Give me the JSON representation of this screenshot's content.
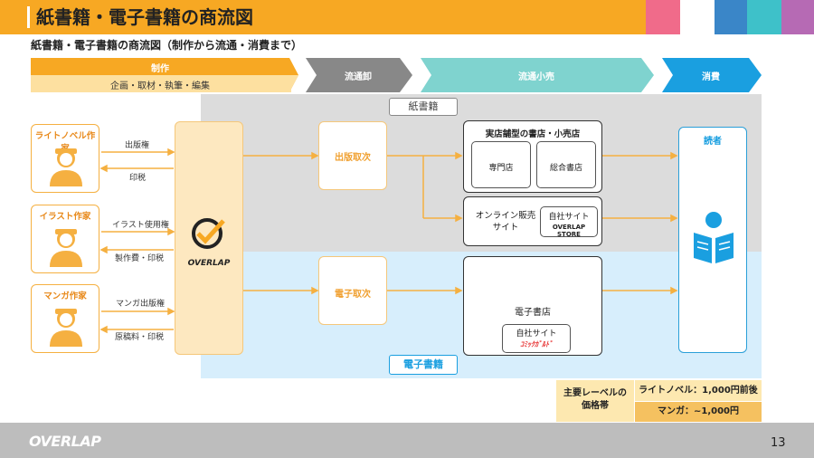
{
  "header": {
    "title": "紙書籍・電子書籍の商流図",
    "accent_colors": [
      "#f06b8a",
      "#3a86c8",
      "#3ec1c9",
      "#b66ab4"
    ]
  },
  "subtitle": "紙書籍・電子書籍の商流図（制作から流通・消費まで）",
  "stages": {
    "production": {
      "label": "制作",
      "sub": "企画・取材・執筆・編集",
      "color": "#f7a823"
    },
    "wholesale": {
      "label": "流通卸",
      "color": "#888888"
    },
    "retail": {
      "label": "流通小売",
      "color": "#7fd3cf"
    },
    "consumption": {
      "label": "消費",
      "color": "#1a9fe0"
    }
  },
  "areas": {
    "paper_tag": "紙書籍",
    "ebook_tag": "電子書籍"
  },
  "creators": [
    {
      "label": "ライトノベル作家",
      "to_label": "出版権",
      "from_label": "印税"
    },
    {
      "label": "イラスト作家",
      "to_label": "イラスト使用権",
      "from_label": "製作費・印税"
    },
    {
      "label": "マンガ作家",
      "to_label": "マンガ出版権",
      "from_label": "原稿料・印税"
    }
  ],
  "publisher": {
    "logo_text": "OVERLAP"
  },
  "distributors": {
    "paper": "出版取次",
    "ebook": "電子取次"
  },
  "stores": {
    "physical": {
      "title": "実店舗型の書店・小売店",
      "sub1": "専門店",
      "sub2": "総合書店"
    },
    "online": {
      "title": "オンライン販売\nサイト",
      "own_site": "自社サイト",
      "own_site_brand": "OVERLAP STORE"
    },
    "ebook": {
      "title": "電子書店",
      "own_site": "自社サイト",
      "own_site_brand": "ｺﾐｯｸｶﾞﾙﾄﾞ"
    }
  },
  "reader": {
    "label": "読者"
  },
  "pricing": {
    "label": "主要レーベルの\n価格帯",
    "row1": "ライトノベル：1,000円前後",
    "row2": "マンガ：~1,000円"
  },
  "footer": {
    "logo_text": "OVERLAP",
    "page_number": "13"
  }
}
